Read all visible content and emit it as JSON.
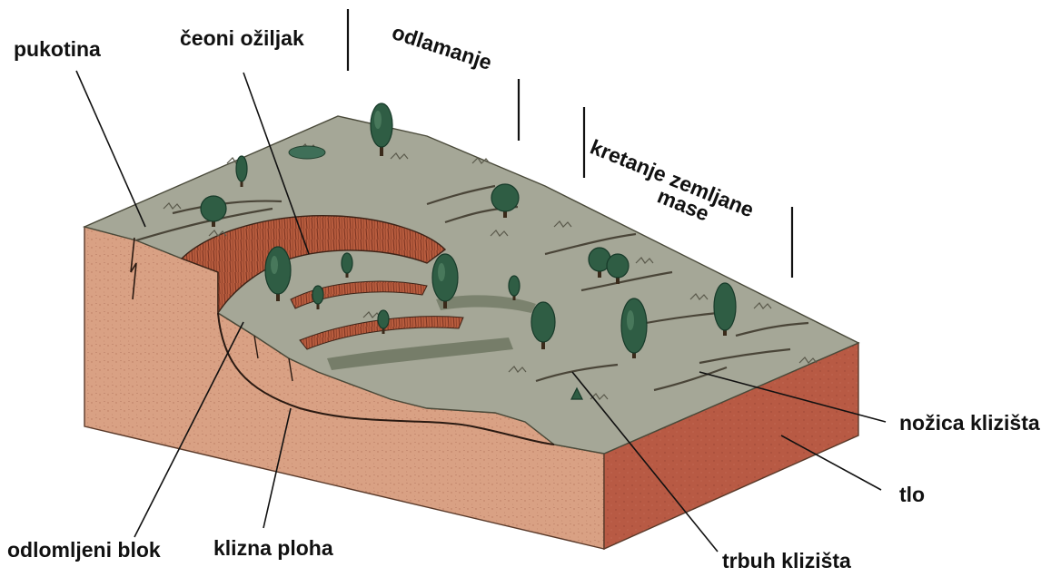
{
  "labels": {
    "pukotina": "pukotina",
    "ceoni_oziljak": "čeoni ožiljak",
    "odlamanje": "odlamanje",
    "kretanje_line1": "kretanje zemljane",
    "kretanje_line2": "mase",
    "nozica": "nožica klizišta",
    "tlo": "tlo",
    "odlomljeni_blok": "odlomljeni blok",
    "klizna_ploha": "klizna ploha",
    "trbuh": "trbuh klizišta"
  },
  "colors": {
    "ground_surface": "#a5a797",
    "soil_front": "#d9a184",
    "soil_side": "#b85a44",
    "scarp": "#b85c3e",
    "vegetation": "#2f5d44"
  }
}
